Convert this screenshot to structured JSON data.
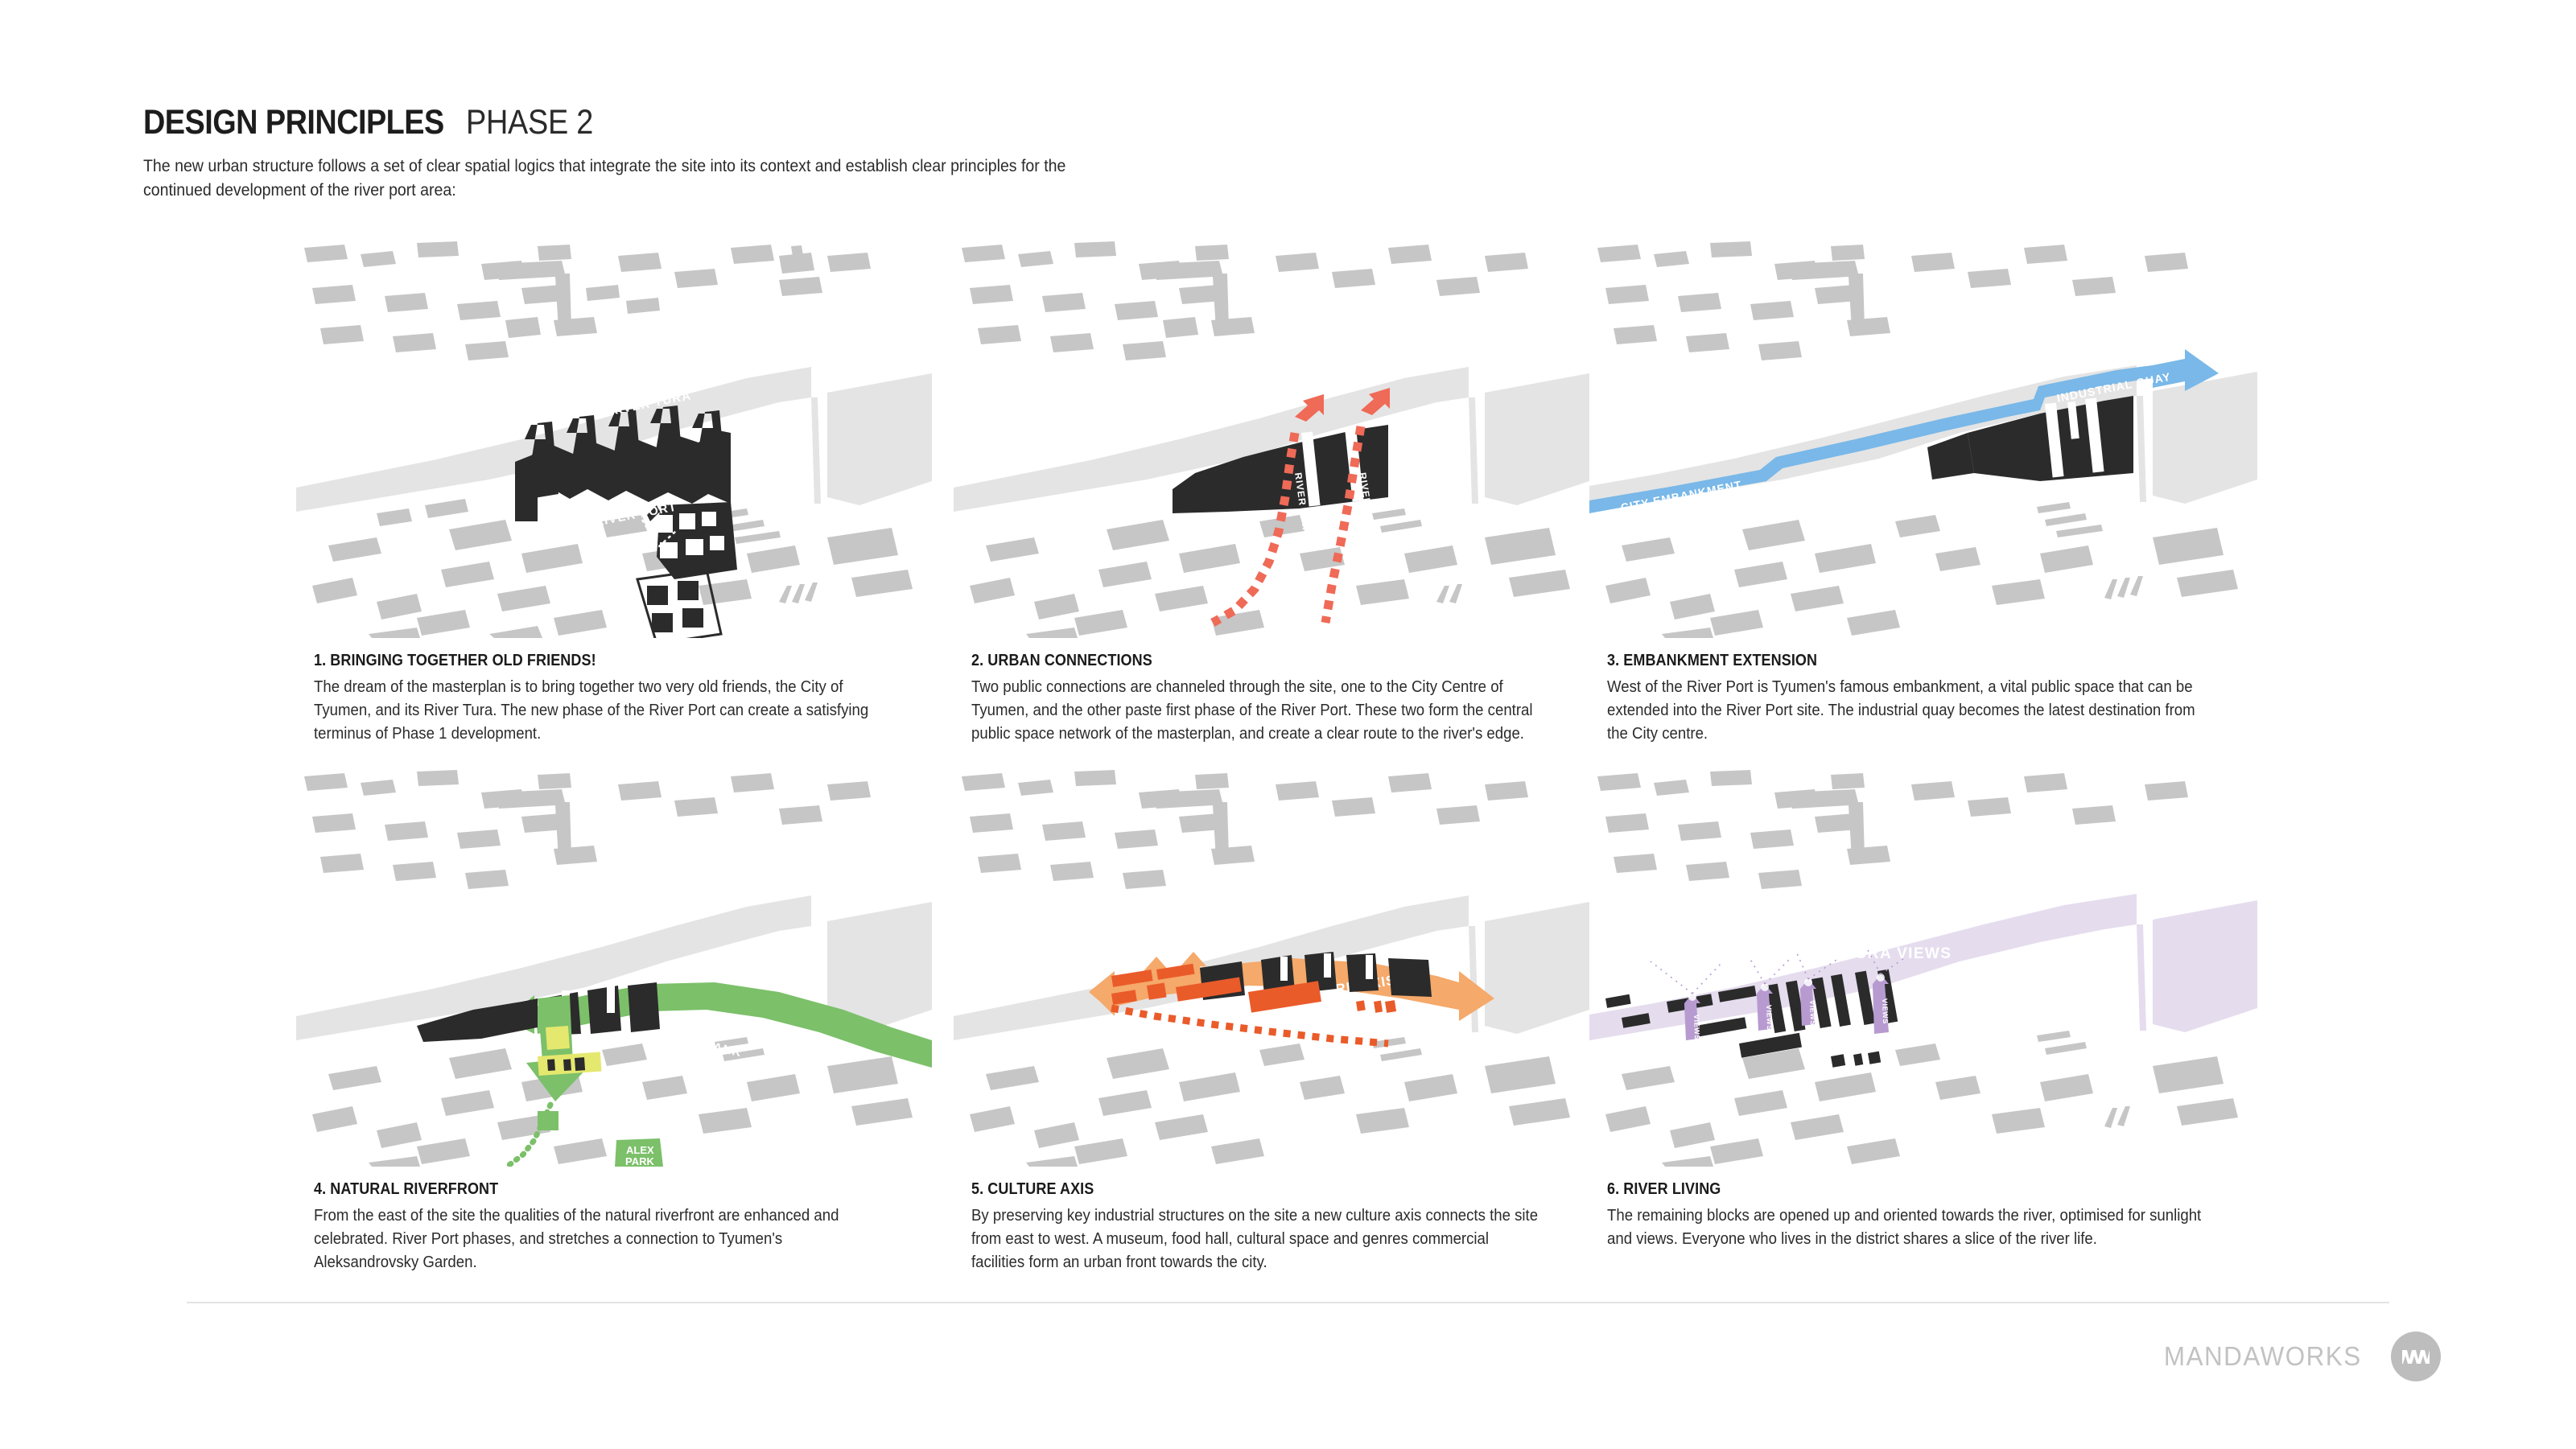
{
  "header": {
    "title_main": "DESIGN PRINCIPLES",
    "title_sub": "PHASE 2",
    "intro": "The new urban structure follows a set of clear spatial logics that integrate the site into its context and establish clear principles for the continued development of the river port area:"
  },
  "panels": [
    {
      "number": "1",
      "cap_title": "1. BRINGING TOGETHER OLD FRIENDS!",
      "cap_body": "The dream of the masterplan is to bring together two very old friends, the City of Tyumen, and its River Tura. The new phase of the River Port can create a satisfying terminus of Phase 1 development.",
      "accent": "#2b2b2b",
      "map_labels": [
        "RIVER TURA",
        "RIVER PORT"
      ]
    },
    {
      "number": "2",
      "cap_title": "2. URBAN CONNECTIONS",
      "cap_body": "Two public connections are channeled through the site, one to the City Centre of Tyumen, and the other paste first phase of the River Port. These two form the central public space network of the masterplan, and create a clear route to the river's edge.",
      "accent": "#ef6a57",
      "map_labels": [
        "RIVER LINK",
        "RIVER LINK"
      ]
    },
    {
      "number": "3",
      "cap_title": "3. EMBANKMENT EXTENSION",
      "cap_body": "West of the River Port is Tyumen's famous embankment, a vital public space that can be extended into the River Port site. The industrial quay becomes the latest destination from the City centre.",
      "accent": "#79b8e8",
      "map_labels": [
        "CITY EMBANKMENT",
        "INDUSTRIAL QUAY"
      ]
    },
    {
      "number": "4",
      "cap_title": "4. NATURAL RIVERFRONT",
      "cap_body": "From the east of the site the qualities of the natural riverfront are enhanced and celebrated. River Port phases, and stretches a connection to Tyumen's Aleksandrovsky  Garden.",
      "accent": "#7cc06a",
      "map_labels": [
        "NATURAL RIVERBANK",
        "ALEX PARK"
      ]
    },
    {
      "number": "5",
      "cap_title": "5. CULTURE AXIS",
      "cap_body": "By preserving key industrial structures on the site a new culture axis connects the site from east to west. A museum, food hall, cultural space and genres commercial facilities form an  urban front towards the city.",
      "accent": "#f5a96a",
      "map_labels": [
        "CULTURE AXIS"
      ]
    },
    {
      "number": "6",
      "cap_title": "6. RIVER LIVING",
      "cap_body": "The remaining blocks are opened up and oriented towards the river, optimised for sunlight and views. Everyone who lives in the district shares a slice of the river life.",
      "accent": "#b79bd0",
      "map_labels": [
        "RIVER TURA VIEWS",
        "VIEWS",
        "VIEWS",
        "VIEWS",
        "VIEWS"
      ]
    }
  ],
  "footer": {
    "brand": "MANDAWORKS",
    "logo_text": "MW"
  },
  "colors": {
    "river": "#e4e4e4",
    "urban_fabric": "#c6c6c6",
    "site_black": "#2b2b2b",
    "accent_red": "#ef6a57",
    "accent_blue": "#79b8e8",
    "accent_green": "#7cc06a",
    "accent_yellow": "#e5e86e",
    "accent_orange": "#f5a96a",
    "accent_orange_dark": "#ea5b2a",
    "accent_purple": "#b79bd0",
    "accent_purple_light": "#e5dcee",
    "text": "#2b2b2b",
    "brand_gray": "#c2c2c2"
  }
}
